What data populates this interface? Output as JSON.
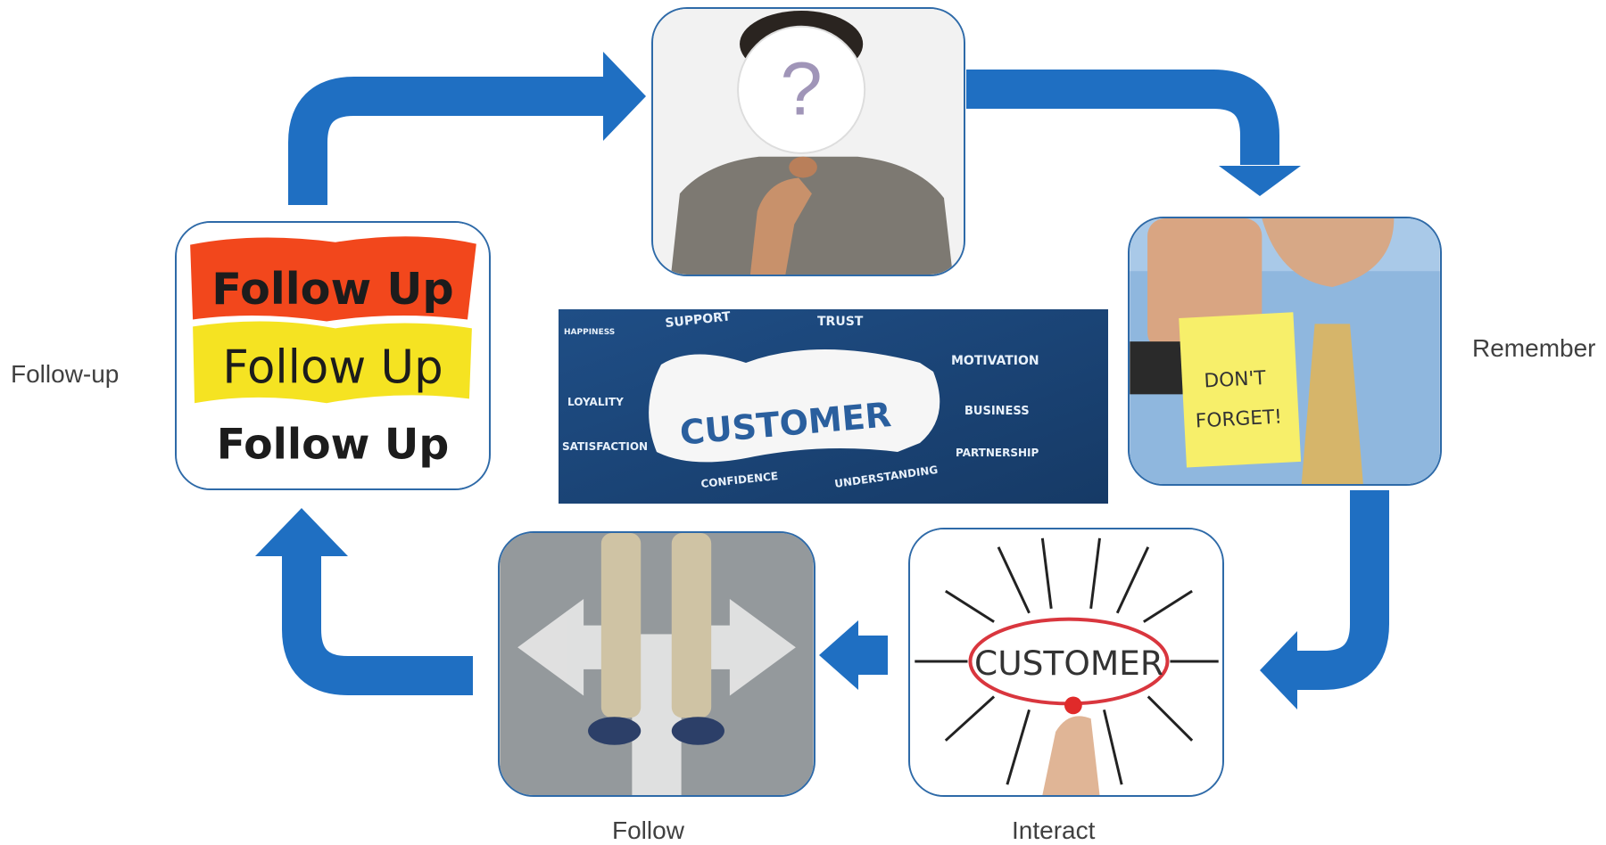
{
  "colors": {
    "arrow": "#1f6fc2",
    "node_border": "#2e6aa8",
    "label_text": "#404040"
  },
  "center": {
    "words": [
      "HAPPINESS",
      "SUPPORT",
      "TRUST",
      "CUSTOMER",
      "MOTIVATION",
      "LOYALITY",
      "BUSINESS",
      "SATISFACTION",
      "PARTNERSHIP",
      "CONFIDENCE",
      "UNDERSTANDING"
    ]
  },
  "stages": {
    "research": {
      "image_text": "?"
    },
    "remember": {
      "label": "Remember",
      "image_text": [
        "DON'T",
        "FORGET!"
      ]
    },
    "interact": {
      "label": "Interact",
      "image_text": "CUSTOMER"
    },
    "follow": {
      "label": "Follow"
    },
    "followup": {
      "label": "Follow-up",
      "image_text": [
        "Follow Up",
        "Follow Up",
        "Follow Up"
      ]
    }
  }
}
